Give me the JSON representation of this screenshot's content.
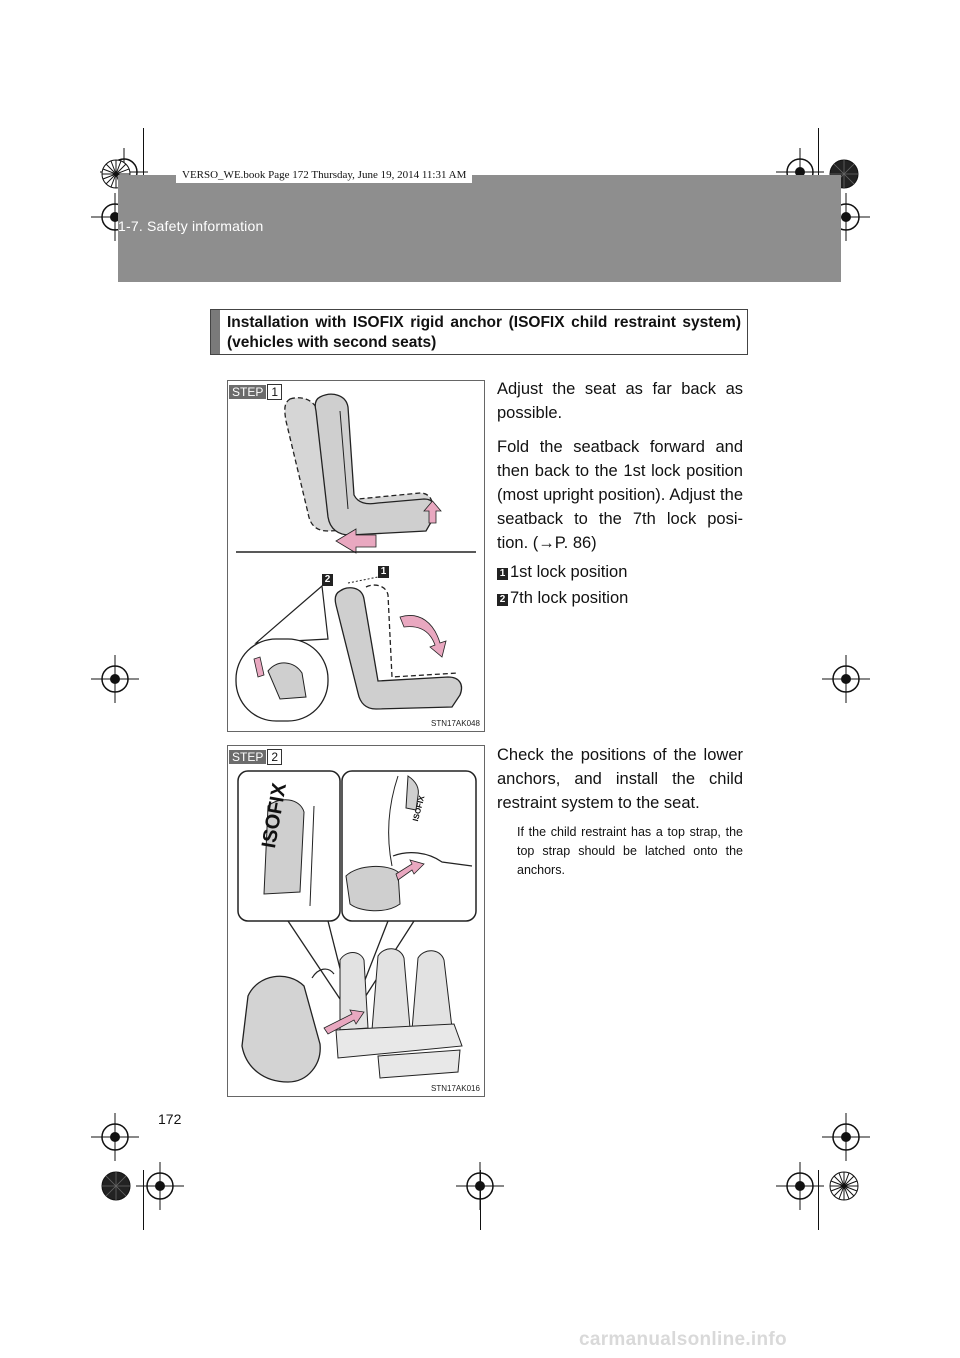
{
  "book_stamp": "VERSO_WE.book  Page 172  Thursday, June 19, 2014  11:31 AM",
  "section_title": "1-7. Safety information",
  "heading": "Installation with ISOFIX rigid anchor (ISOFIX child restraint system) (vehicles with second seats)",
  "step1": {
    "step_label": "STEP",
    "step_number": "1",
    "figure_code": "STN17AK048",
    "callouts": [
      "2",
      "1"
    ],
    "paragraphs": [
      "Adjust the seat as far back as possible.",
      "Fold the seatback forward and then back to the 1st lock position (most upright position). Adjust the seatback to the 7th lock posi- tion. (→P. 86)"
    ],
    "legend": [
      {
        "num": "1",
        "text": "1st lock position"
      },
      {
        "num": "2",
        "text": "7th lock position"
      }
    ]
  },
  "step2": {
    "step_label": "STEP",
    "step_number": "2",
    "figure_code": "STN17AK016",
    "isofix_labels": [
      "ISOFIX",
      "ISOFIX"
    ],
    "paragraph": "Check the positions of the lower anchors, and install the child restraint system to the seat.",
    "note": "If the child restraint has a top strap, the top strap should be latched onto the anchors."
  },
  "page_number": "172",
  "watermark": "carmanualsonline.info",
  "colors": {
    "header_band": "#8e8e8e",
    "heading_bar": "#7a7a7a",
    "arrow_pink": "#e9a8c0",
    "seat_gray": "#cfcfcf"
  }
}
